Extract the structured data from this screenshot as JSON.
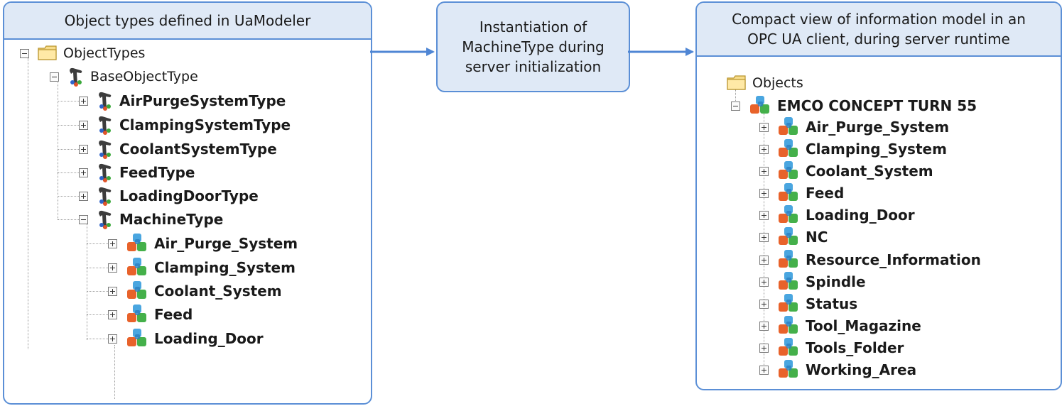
{
  "left_panel": {
    "title": "Object types defined in UaModeler",
    "root": "ObjectTypes",
    "base": "BaseObjectType",
    "types": [
      "AirPurgeSystemType",
      "ClampingSystemType",
      "CoolantSystemType",
      "FeedType",
      "LoadingDoorType",
      "MachineType"
    ],
    "machine_children": [
      "Air_Purge_System",
      "Clamping_System",
      "Coolant_System",
      "Feed",
      "Loading_Door"
    ]
  },
  "middle_box": {
    "lines": [
      "Instantiation of",
      "MachineType during",
      "server initialization"
    ]
  },
  "right_panel": {
    "title_lines": [
      "Compact view of information model in an",
      "OPC UA client, during server runtime"
    ],
    "root": "Objects",
    "machine": "EMCO CONCEPT TURN 55",
    "children": [
      "Air_Purge_System",
      "Clamping_System",
      "Coolant_System",
      "Feed",
      "Loading_Door",
      "NC",
      "Resource_Information",
      "Spindle",
      "Status",
      "Tool_Magazine",
      "Tools_Folder",
      "Working_Area"
    ]
  },
  "colors": {
    "border": "#5b8fd6",
    "header_bg": "#dfe9f6",
    "arrow": "#4f86d4"
  },
  "icons": {
    "folder": "folder-icon",
    "object_type": "object-type-icon",
    "object": "object-instance-icon"
  }
}
